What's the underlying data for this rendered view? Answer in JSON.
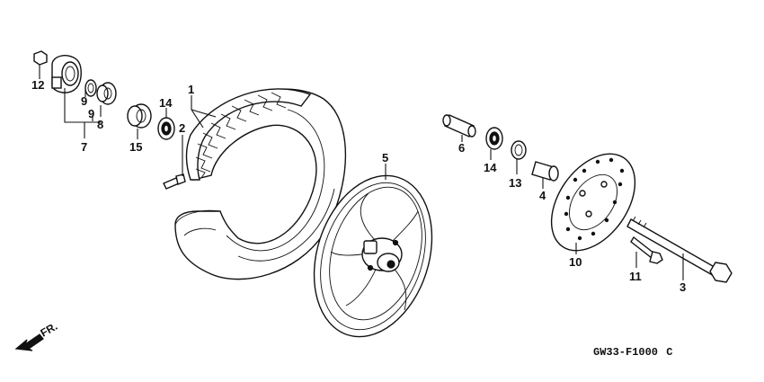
{
  "diagram": {
    "code": "GW33-F1000",
    "code_suffix": "C",
    "direction_label": "FR.",
    "callouts": [
      {
        "id": "c1",
        "text": "1"
      },
      {
        "id": "c2",
        "text": "2"
      },
      {
        "id": "c3",
        "text": "3"
      },
      {
        "id": "c4",
        "text": "4"
      },
      {
        "id": "c5",
        "text": "5"
      },
      {
        "id": "c6",
        "text": "6"
      },
      {
        "id": "c7",
        "text": "7"
      },
      {
        "id": "c8",
        "text": "8"
      },
      {
        "id": "c9a",
        "text": "9"
      },
      {
        "id": "c9b",
        "text": "9"
      },
      {
        "id": "c10",
        "text": "10"
      },
      {
        "id": "c11",
        "text": "11"
      },
      {
        "id": "c12",
        "text": "12"
      },
      {
        "id": "c13",
        "text": "13"
      },
      {
        "id": "c14a",
        "text": "14"
      },
      {
        "id": "c14b",
        "text": "14"
      },
      {
        "id": "c15",
        "text": "15"
      }
    ]
  }
}
